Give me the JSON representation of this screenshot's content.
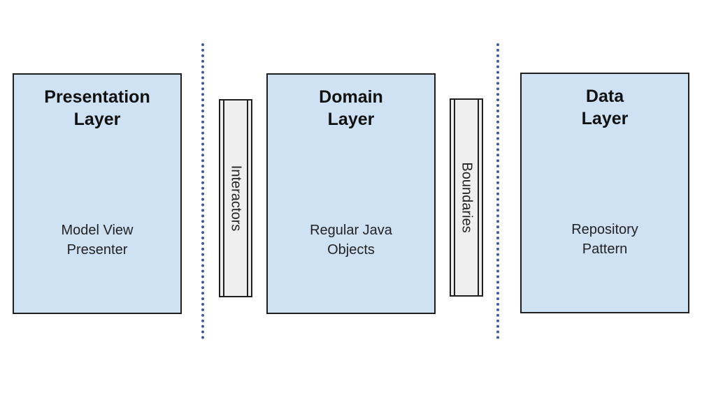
{
  "layers": [
    {
      "title_line1": "Presentation",
      "title_line2": "Layer",
      "desc_line1": "Model View",
      "desc_line2": "Presenter"
    },
    {
      "title_line1": "Domain",
      "title_line2": "Layer",
      "desc_line1": "Regular Java",
      "desc_line2": "Objects"
    },
    {
      "title_line1": "Data",
      "title_line2": "Layer",
      "desc_line1": "Repository",
      "desc_line2": "Pattern"
    }
  ],
  "connectors": [
    {
      "label": "Interactors"
    },
    {
      "label": "Boundaries"
    }
  ],
  "colors": {
    "layer_fill": "#cfe2f3",
    "connector_fill": "#efefef",
    "divider": "#3d5a99",
    "border": "#1f1f1f"
  }
}
